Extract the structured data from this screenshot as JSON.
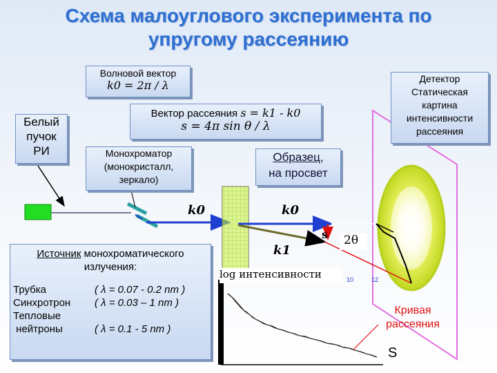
{
  "title_line1": "Схема малоуглового эксперимента по",
  "title_line2": "упругому рассеянию",
  "wave_vector": {
    "label": "Волновой вектор",
    "formula": "k0 = 2π / λ"
  },
  "white_beam": {
    "line1": "Белый",
    "line2": "пучок",
    "line3": "РИ"
  },
  "scattering_vector": {
    "label": "Вектор рассеяния",
    "formula1": "s = k1 - k0",
    "formula2": "s = 4π sin θ / λ"
  },
  "detector": {
    "line1": "Детектор",
    "line2": "Статическая",
    "line3": "картина",
    "line4": "интенсивности",
    "line5": "рассеяния"
  },
  "monochromator": {
    "line1": "Монохроматор",
    "line2": "(монокристалл,",
    "line3": "зеркало)"
  },
  "sample": {
    "line1": "Образец,",
    "line2": "на просвет"
  },
  "labels": {
    "k0_left": "k0",
    "k0_right": "k0",
    "k1": "k1",
    "s": "s",
    "two_theta": "2θ"
  },
  "source": {
    "heading_underlined": "Источник",
    "heading_rest": " монохроматического",
    "heading_line2": "излучения:",
    "rows": [
      {
        "name": "Трубка",
        "value": "( λ = 0.07 - 0.2 nm )"
      },
      {
        "name": "Синхротрон",
        "value": "( λ = 0.03 – 1 nm )"
      },
      {
        "name": "Тепловые",
        "value": ""
      },
      {
        "name": " нейтроны",
        "value": "( λ = 0.1 - 5 nm )"
      }
    ]
  },
  "plot": {
    "ylabel": "log интенсивности",
    "xlabel": "S",
    "tick1": "10",
    "tick2": "12"
  },
  "curve_label": {
    "line1": "Кривая",
    "line2": "рассеяния"
  },
  "colors": {
    "title": "#2f6fd0",
    "beam": "#1f3fd0",
    "sample": "#c8f040",
    "source": "#22dd22",
    "detector_outer": "#c8e030",
    "detector_inner": "#ffffff",
    "red": "#e01010"
  }
}
